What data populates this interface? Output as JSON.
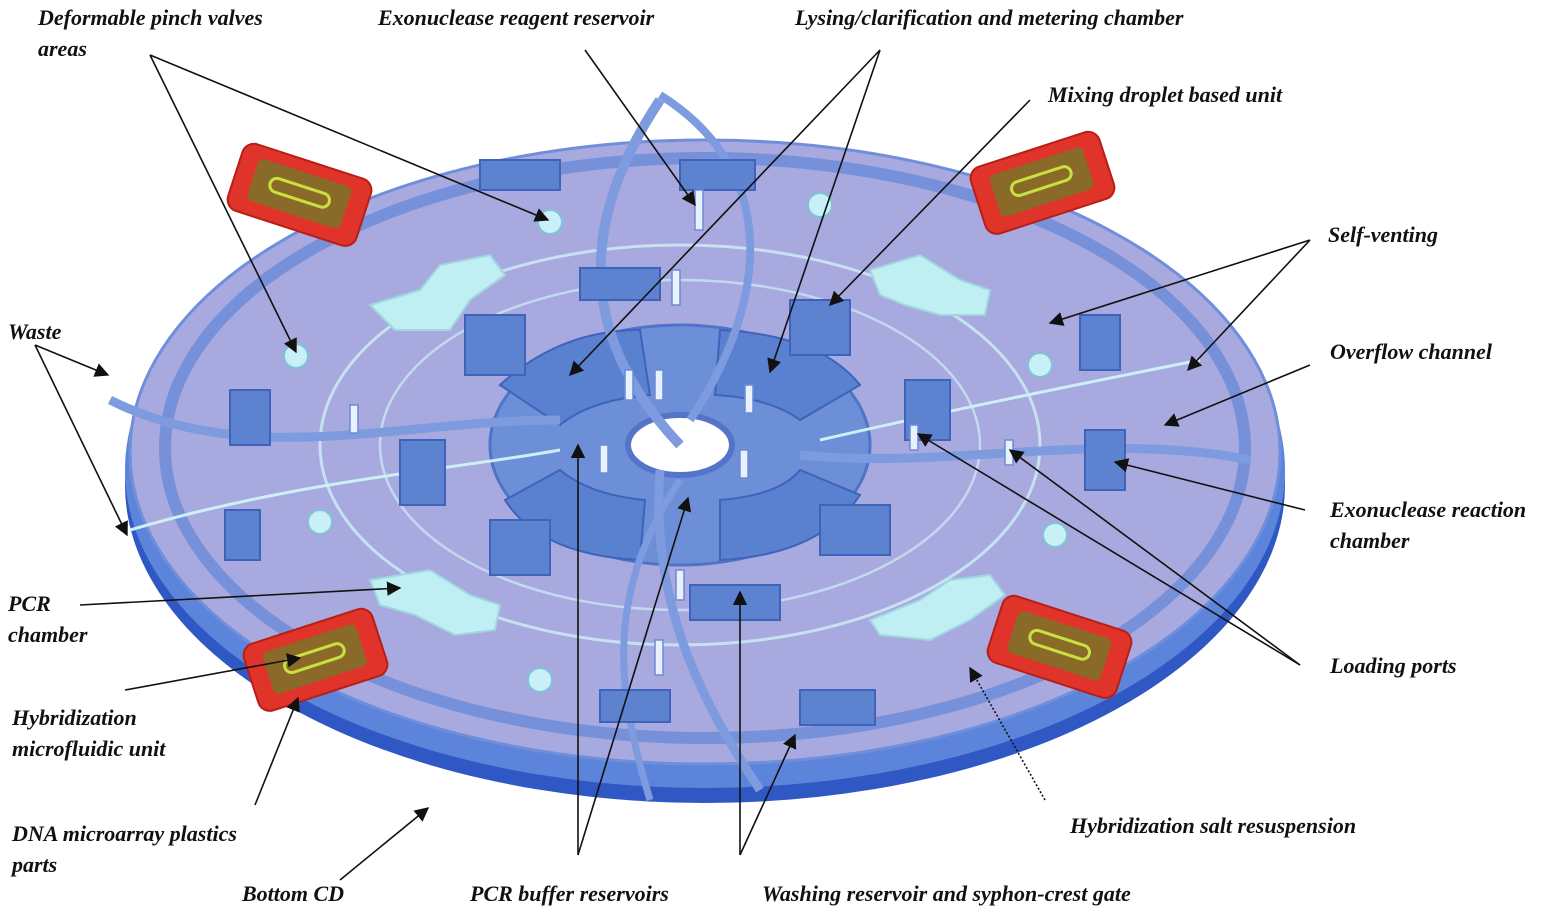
{
  "colors": {
    "disc_top": "#a8a9de",
    "disc_edge": "#3f6fd0",
    "chambers": "#5f86d2",
    "channels": "#c9f0f6",
    "pcr_chamber": "#bfeef3",
    "microarray_frame": "#e0342a",
    "microarray_inner": "#8a6a28"
  },
  "labels": {
    "deformable_pinch_valves": [
      "Deformable pinch valves",
      "areas"
    ],
    "exonuclease_reagent_reservoir": "Exonuclease reagent  reservoir",
    "lysing_chamber": "Lysing/clarification and metering chamber",
    "mixing_droplet_unit": "Mixing droplet based unit",
    "self_venting": "Self-venting",
    "waste": "Waste",
    "overflow_channel": "Overflow channel",
    "exonuclease_reaction_chamber": [
      "Exonuclease reaction",
      "chamber"
    ],
    "pcr_chamber": [
      "PCR",
      "chamber"
    ],
    "loading_ports": "Loading ports",
    "hybridization_unit": [
      "Hybridization",
      "microfluidic unit"
    ],
    "hybridization_salt": "Hybridization salt resuspension",
    "dna_microarray": [
      "DNA microarray plastics",
      "parts"
    ],
    "bottom_cd": "Bottom CD",
    "pcr_buffer_reservoirs": "PCR buffer reservoirs",
    "washing_reservoir": "Washing reservoir and syphon-crest gate"
  }
}
